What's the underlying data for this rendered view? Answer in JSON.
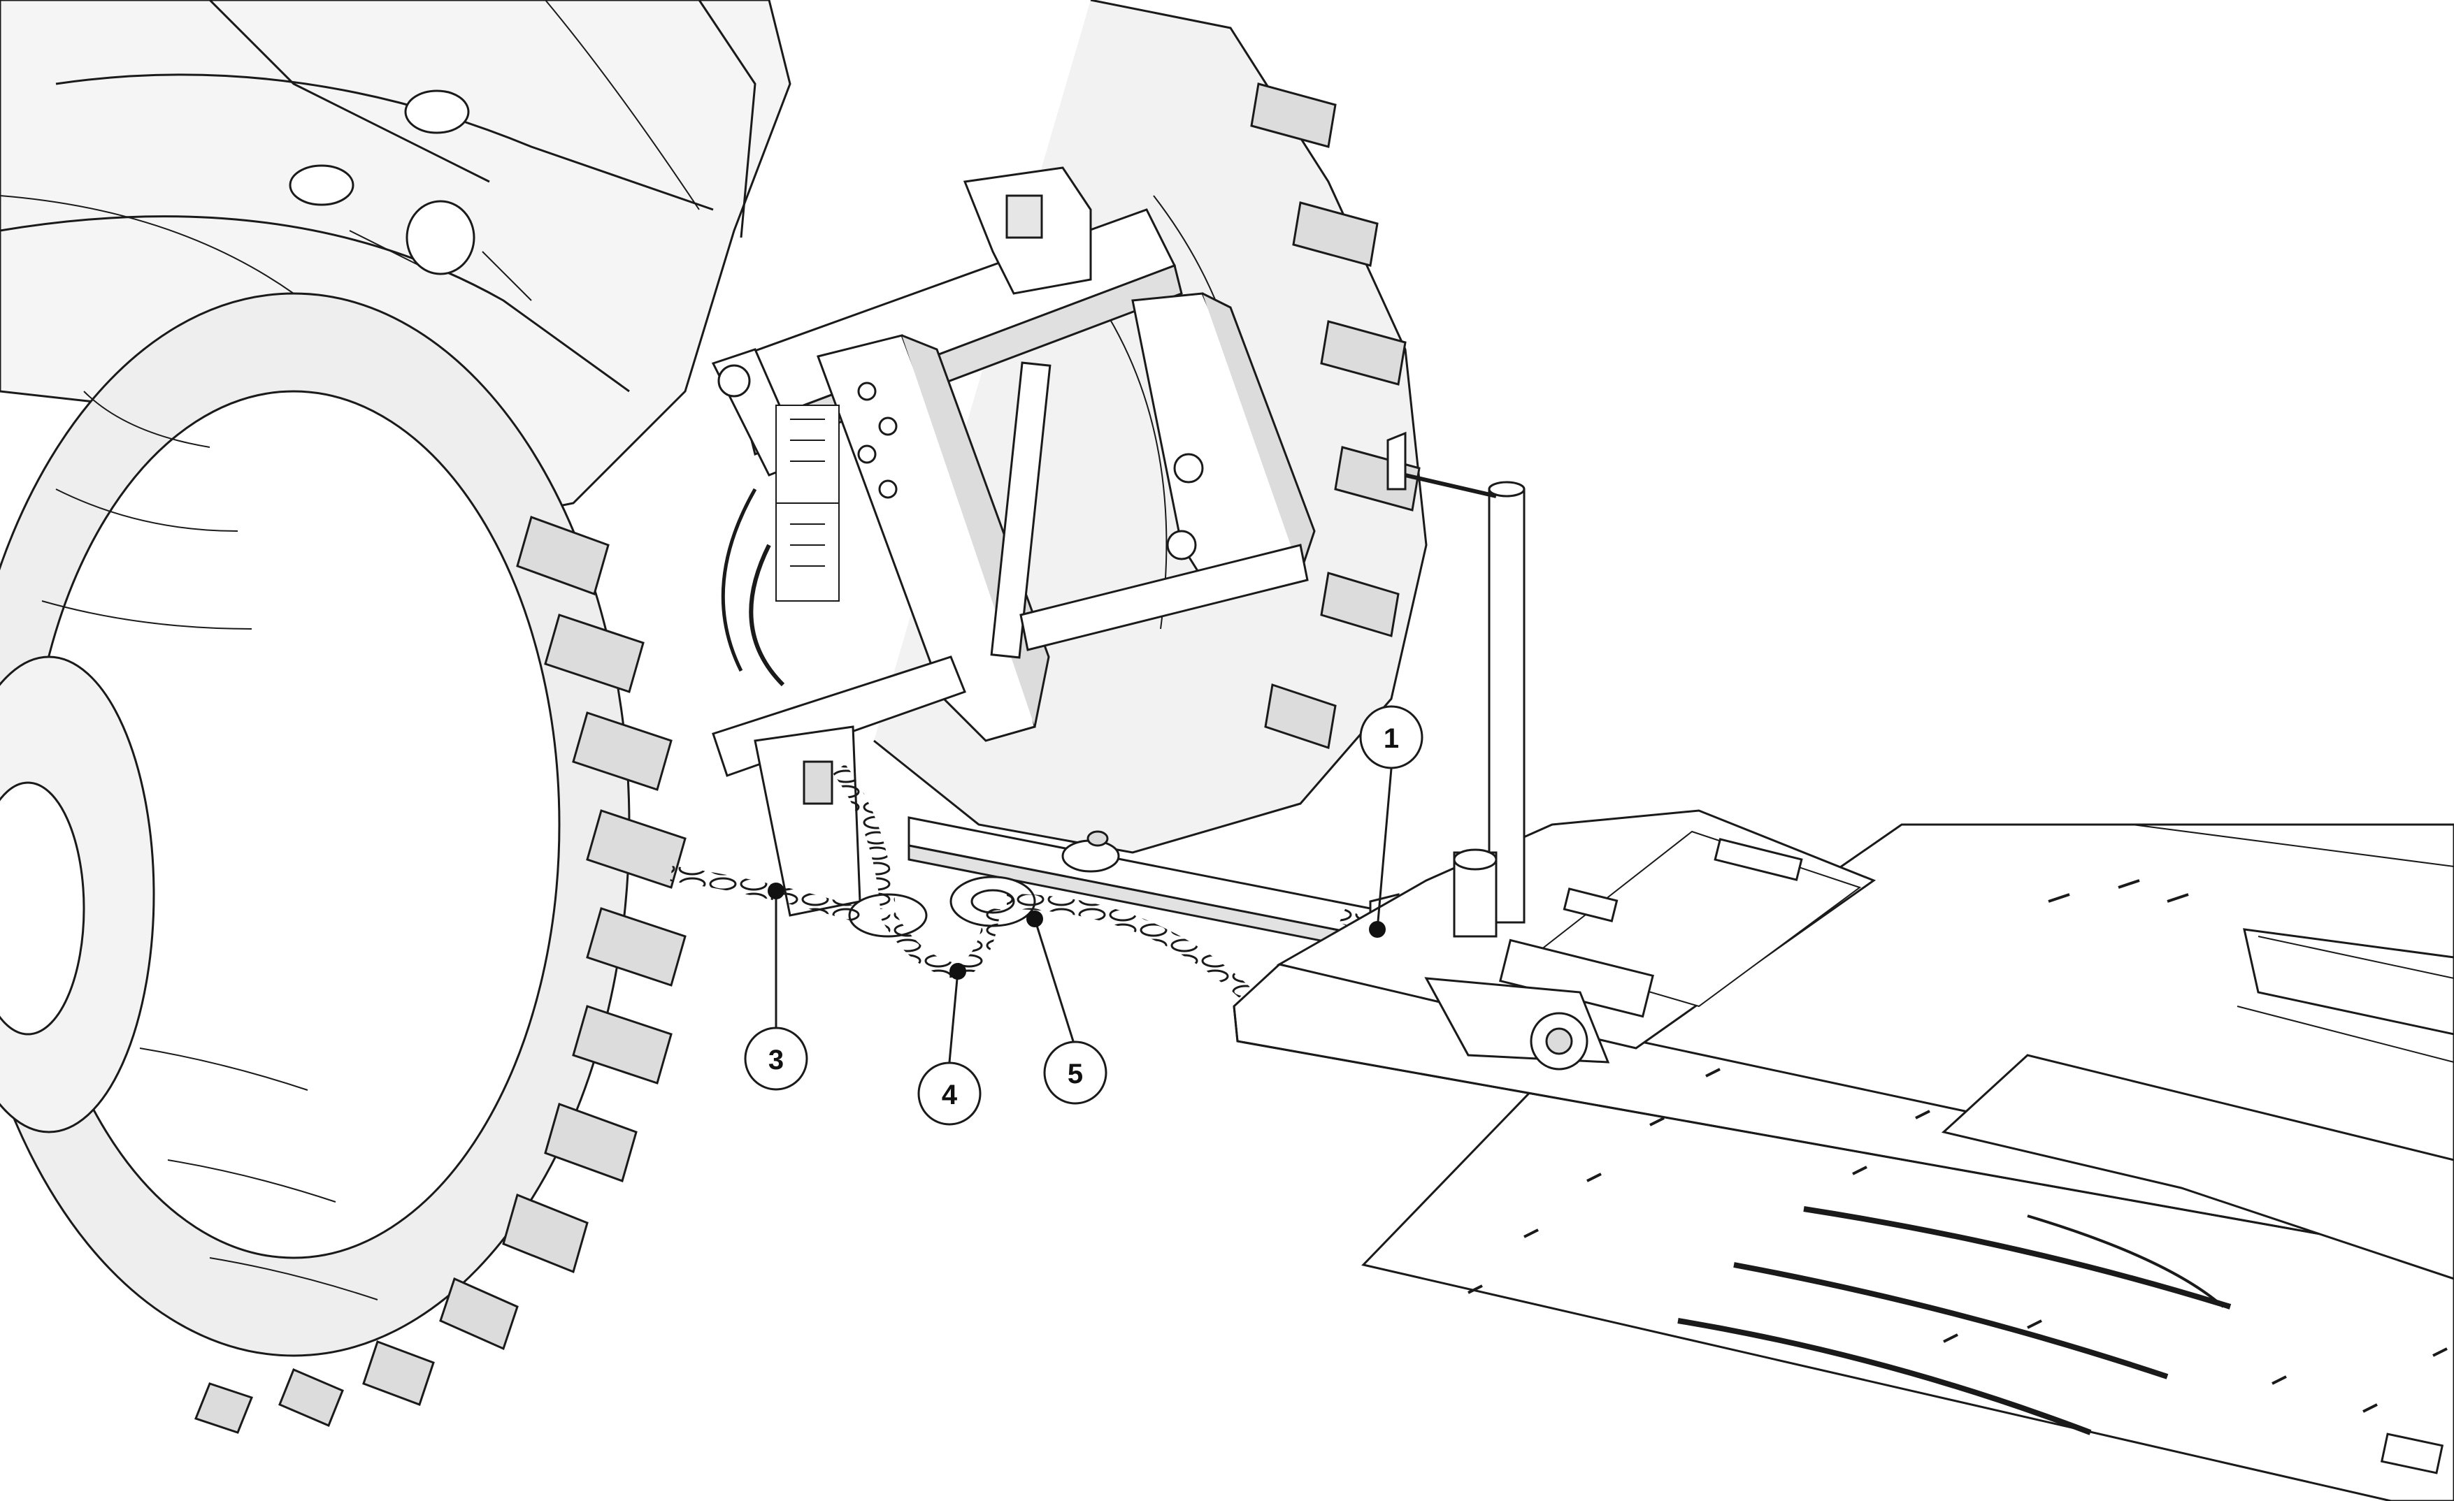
{
  "diagram": {
    "type": "technical-illustration",
    "colors": {
      "line": "#1a1a1a",
      "shade": "#e3e3e3",
      "callout_bg": "#ffffff"
    },
    "callouts": [
      {
        "id": "1",
        "label": "1"
      },
      {
        "id": "3",
        "label": "3"
      },
      {
        "id": "4",
        "label": "4"
      },
      {
        "id": "5",
        "label": "5"
      }
    ]
  }
}
